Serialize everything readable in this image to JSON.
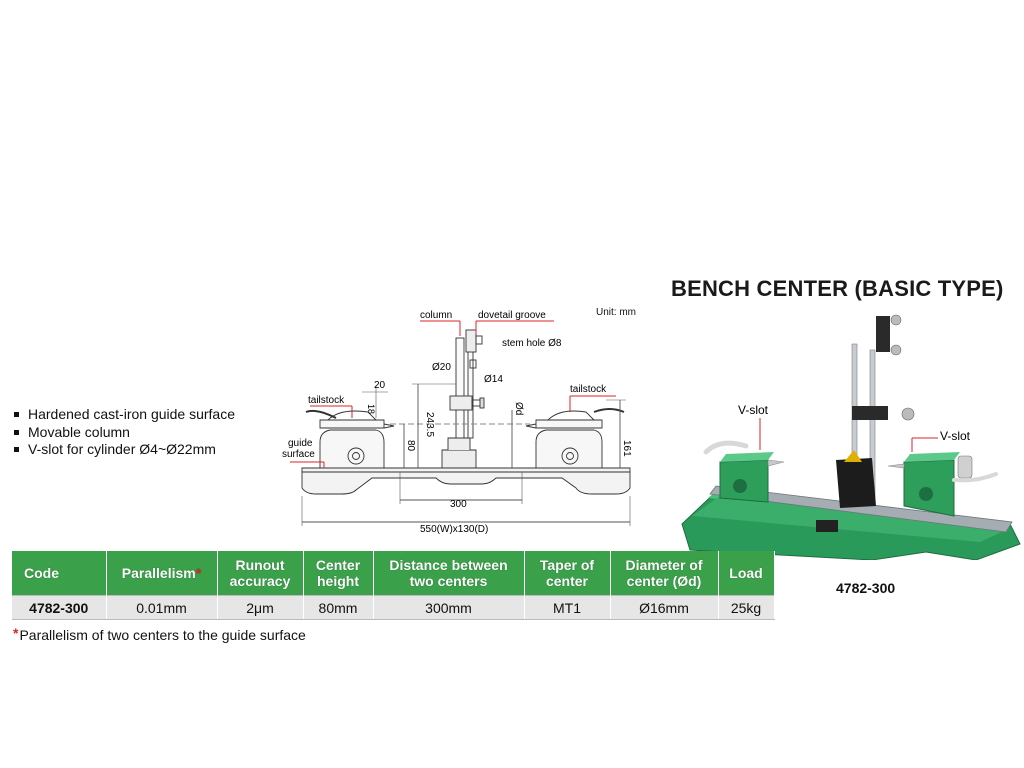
{
  "title": "BENCH CENTER (BASIC TYPE)",
  "unit_note": "Unit: mm",
  "features": [
    "Hardened cast-iron guide surface",
    "Movable column",
    "V-slot for cylinder Ø4~Ø22mm"
  ],
  "drawing": {
    "column": "column",
    "dovetail_groove": "dovetail groove",
    "stem_hole": "stem hole Ø8",
    "d20": "Ø20",
    "d14": "Ø14",
    "dim_243_5": "243.5",
    "dim_20": "20",
    "dim_18": "18",
    "tailstock_left": "tailstock",
    "tailstock_right": "tailstock",
    "guide": "guide",
    "surface": "surface",
    "dim_80": "80",
    "dim_od": "Ød",
    "dim_161": "161",
    "dim_300": "300",
    "dim_base": "550(W)x130(D)"
  },
  "photo": {
    "vslot_left": "V-slot",
    "vslot_right": "V-slot",
    "caption": "4782-300",
    "colors": {
      "body": "#2e9e5b",
      "rail": "#9aa2a8"
    }
  },
  "table": {
    "headers": {
      "code": "Code",
      "parallelism": "Parallelism",
      "star": "*",
      "runout_1": "Runout",
      "runout_2": "accuracy",
      "center_1": "Center",
      "center_2": "height",
      "dist_1": "Distance between",
      "dist_2": "two centers",
      "taper_1": "Taper of",
      "taper_2": "center",
      "diam_1": "Diameter of",
      "diam_2": "center (Ød)",
      "load": "Load"
    },
    "row": {
      "code": "4782-300",
      "parallelism": "0.01mm",
      "runout": "2μm",
      "center_height": "80mm",
      "distance": "300mm",
      "taper": "MT1",
      "diameter": "Ø16mm",
      "load": "25kg"
    }
  },
  "footnote": {
    "star": "*",
    "text": "Parallelism of two centers to the guide surface"
  },
  "colors": {
    "header_green": "#3aa14a",
    "star_red": "#d9262a",
    "row_gray": "#e6e6e6"
  }
}
